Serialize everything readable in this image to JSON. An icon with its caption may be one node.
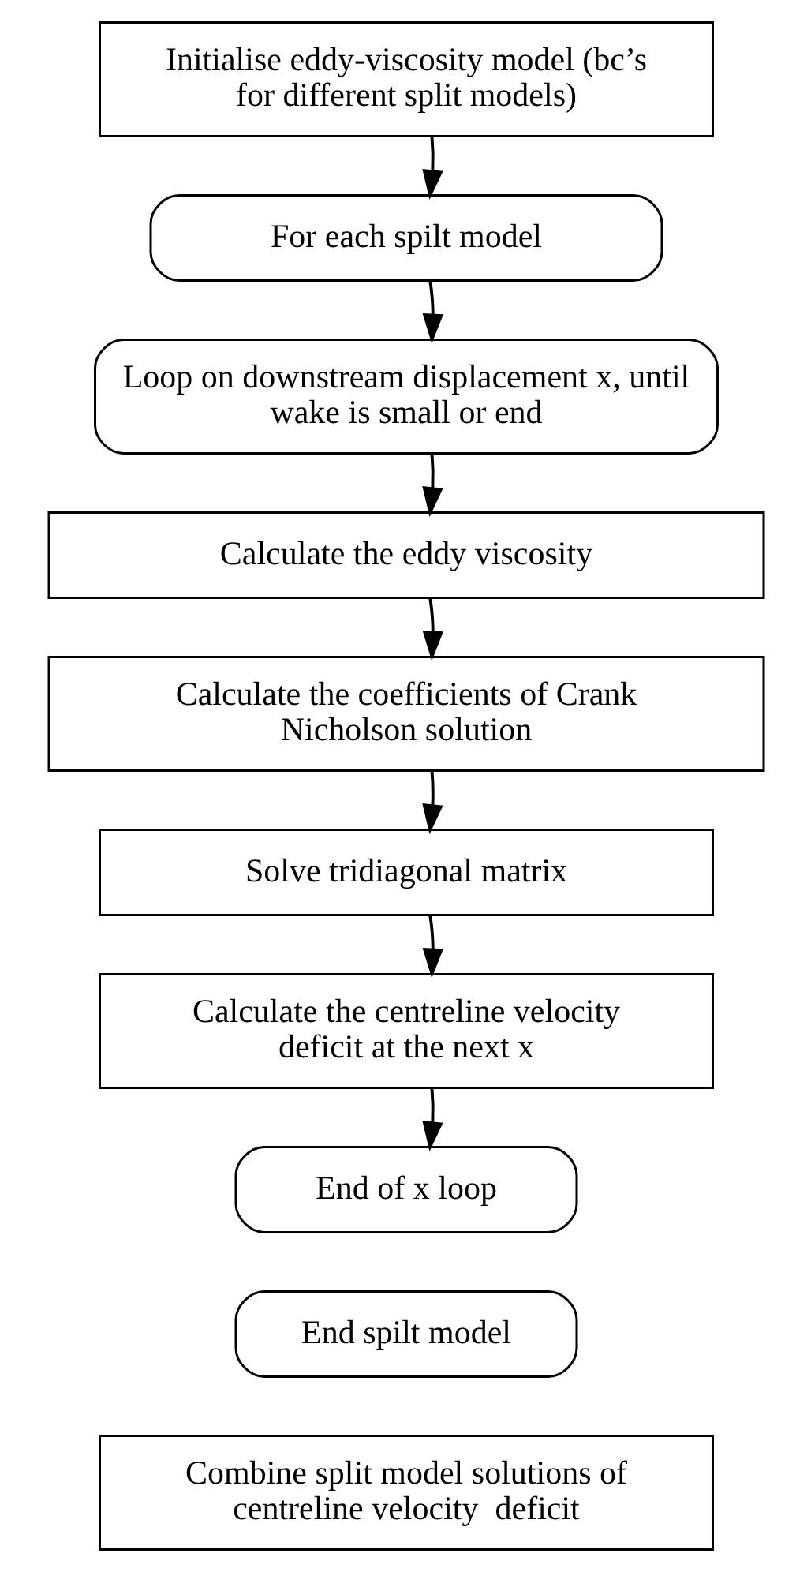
{
  "diagram": {
    "nodes": [
      {
        "text": [
          "Initialise eddy-viscosity model (bc’s for different split models)"
        ]
      },
      {
        "text": [
          "For each spilt model"
        ]
      },
      {
        "text": [
          "Loop on downstream displacement x, until wake is small or end"
        ]
      },
      {
        "text": [
          "Calculate the eddy viscosity"
        ]
      },
      {
        "text": [
          "Calculate the coefficients of Crank Nicholson solution"
        ]
      },
      {
        "text": [
          "Solve tridiagonal matrix"
        ]
      },
      {
        "text": [
          "Calculate the centreline velocity  deficit at the next x"
        ]
      },
      {
        "text": [
          "End of x loop"
        ]
      },
      {
        "text": [
          "End spilt model"
        ]
      },
      {
        "text": [
          "Combine split model solutions of centreline velocity  deficit"
        ]
      }
    ],
    "edges": [
      {
        "from": 0,
        "to": 1,
        "arrow": "to"
      },
      {
        "from": 1,
        "to": 2,
        "arrow": "to"
      },
      {
        "from": 2,
        "to": 3,
        "arrow": "to"
      },
      {
        "from": 3,
        "to": 4,
        "arrow": "to"
      },
      {
        "from": 4,
        "to": 5,
        "arrow": "to"
      },
      {
        "from": 5,
        "to": 6,
        "arrow": "to"
      },
      {
        "from": 6,
        "to": 7,
        "arrow": "to"
      }
    ]
  }
}
